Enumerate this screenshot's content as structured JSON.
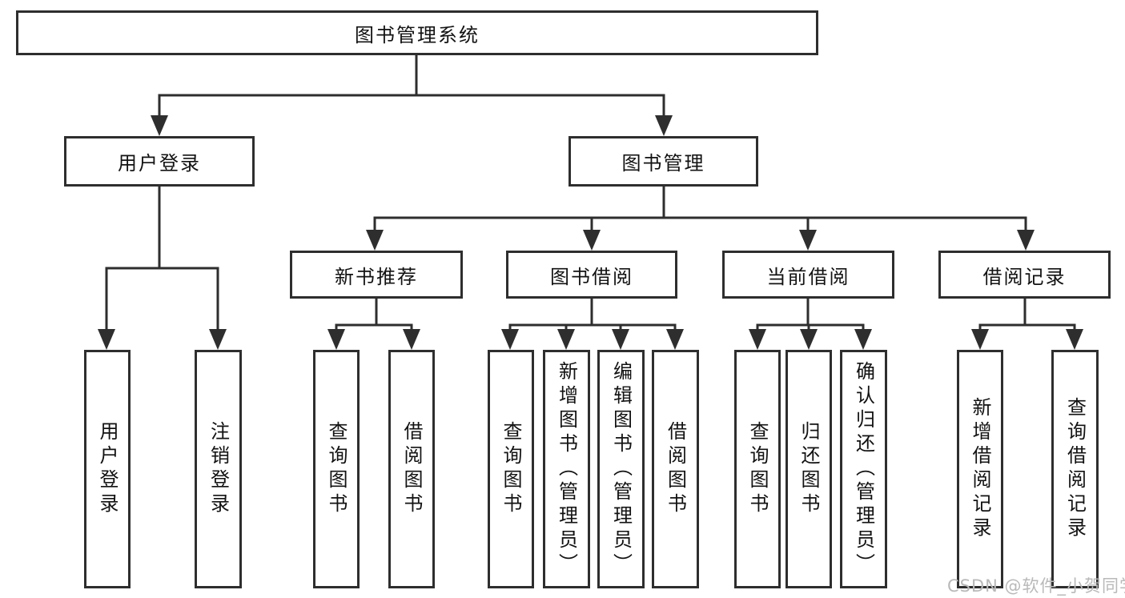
{
  "tree": {
    "root": {
      "label": "图书管理系统"
    },
    "branches": [
      {
        "label": "用户登录",
        "children": [
          {
            "label": "用户登录"
          },
          {
            "label": "注销登录"
          }
        ]
      },
      {
        "label": "图书管理",
        "children": [
          {
            "label": "新书推荐",
            "children": [
              {
                "label": "查询图书"
              },
              {
                "label": "借阅图书"
              }
            ]
          },
          {
            "label": "图书借阅",
            "children": [
              {
                "label": "查询图书"
              },
              {
                "label": "新增图书（管理员）"
              },
              {
                "label": "编辑图书（管理员）"
              },
              {
                "label": "借阅图书"
              }
            ]
          },
          {
            "label": "当前借阅",
            "children": [
              {
                "label": "查询图书"
              },
              {
                "label": "归还图书"
              },
              {
                "label": "确认归还（管理员）"
              }
            ]
          },
          {
            "label": "借阅记录",
            "children": [
              {
                "label": "新增借阅记录"
              },
              {
                "label": "查询借阅记录"
              }
            ]
          }
        ]
      }
    ]
  },
  "watermark": "CSDN @软件_小贺同学",
  "colors": {
    "line": "#2e2e2e",
    "box_border": "#2e2e2e",
    "text": "#121212",
    "watermark": "#b9b9b9",
    "background": "#ffffff"
  }
}
